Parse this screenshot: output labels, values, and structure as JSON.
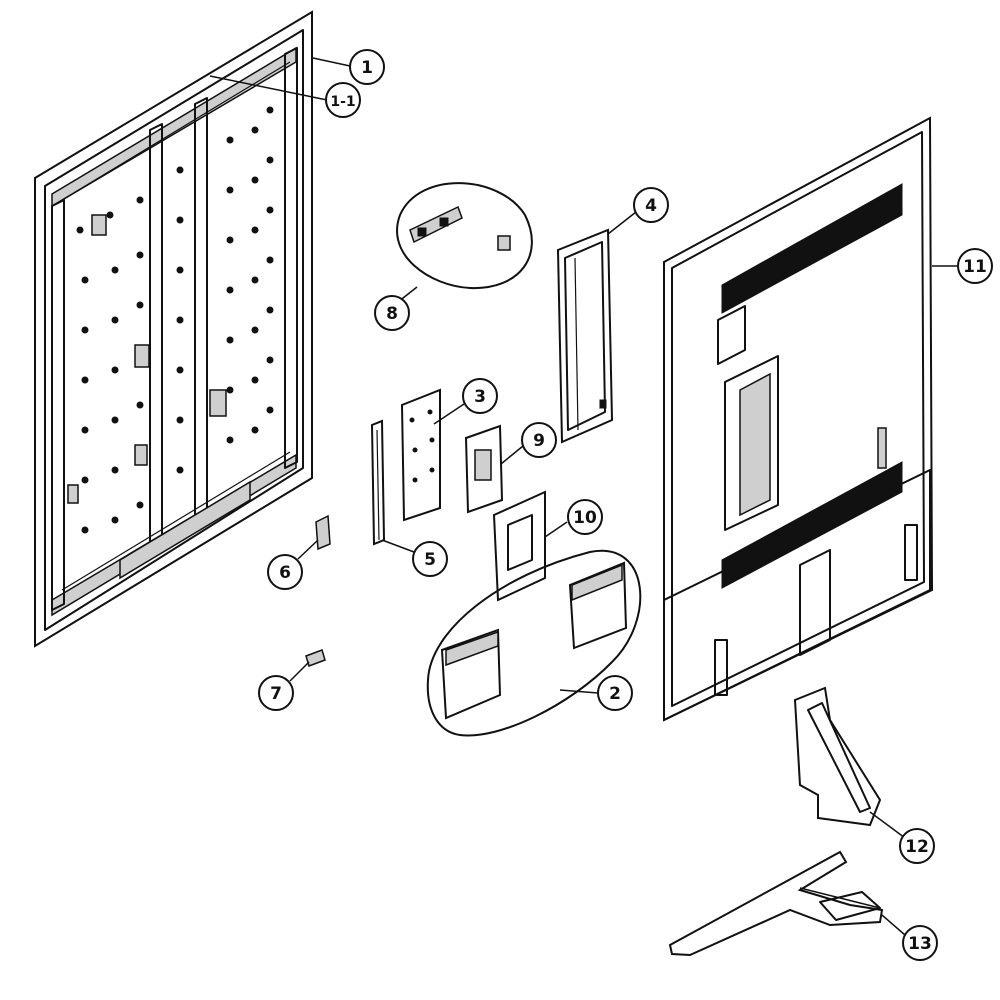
{
  "callouts": [
    {
      "id": "1",
      "label": "1"
    },
    {
      "id": "1-1",
      "label": "1-1"
    },
    {
      "id": "2",
      "label": "2"
    },
    {
      "id": "3",
      "label": "3"
    },
    {
      "id": "4",
      "label": "4"
    },
    {
      "id": "5",
      "label": "5"
    },
    {
      "id": "6",
      "label": "6"
    },
    {
      "id": "7",
      "label": "7"
    },
    {
      "id": "8",
      "label": "8"
    },
    {
      "id": "9",
      "label": "9"
    },
    {
      "id": "10",
      "label": "10"
    },
    {
      "id": "11",
      "label": "11"
    },
    {
      "id": "12",
      "label": "12"
    },
    {
      "id": "13",
      "label": "13"
    }
  ]
}
